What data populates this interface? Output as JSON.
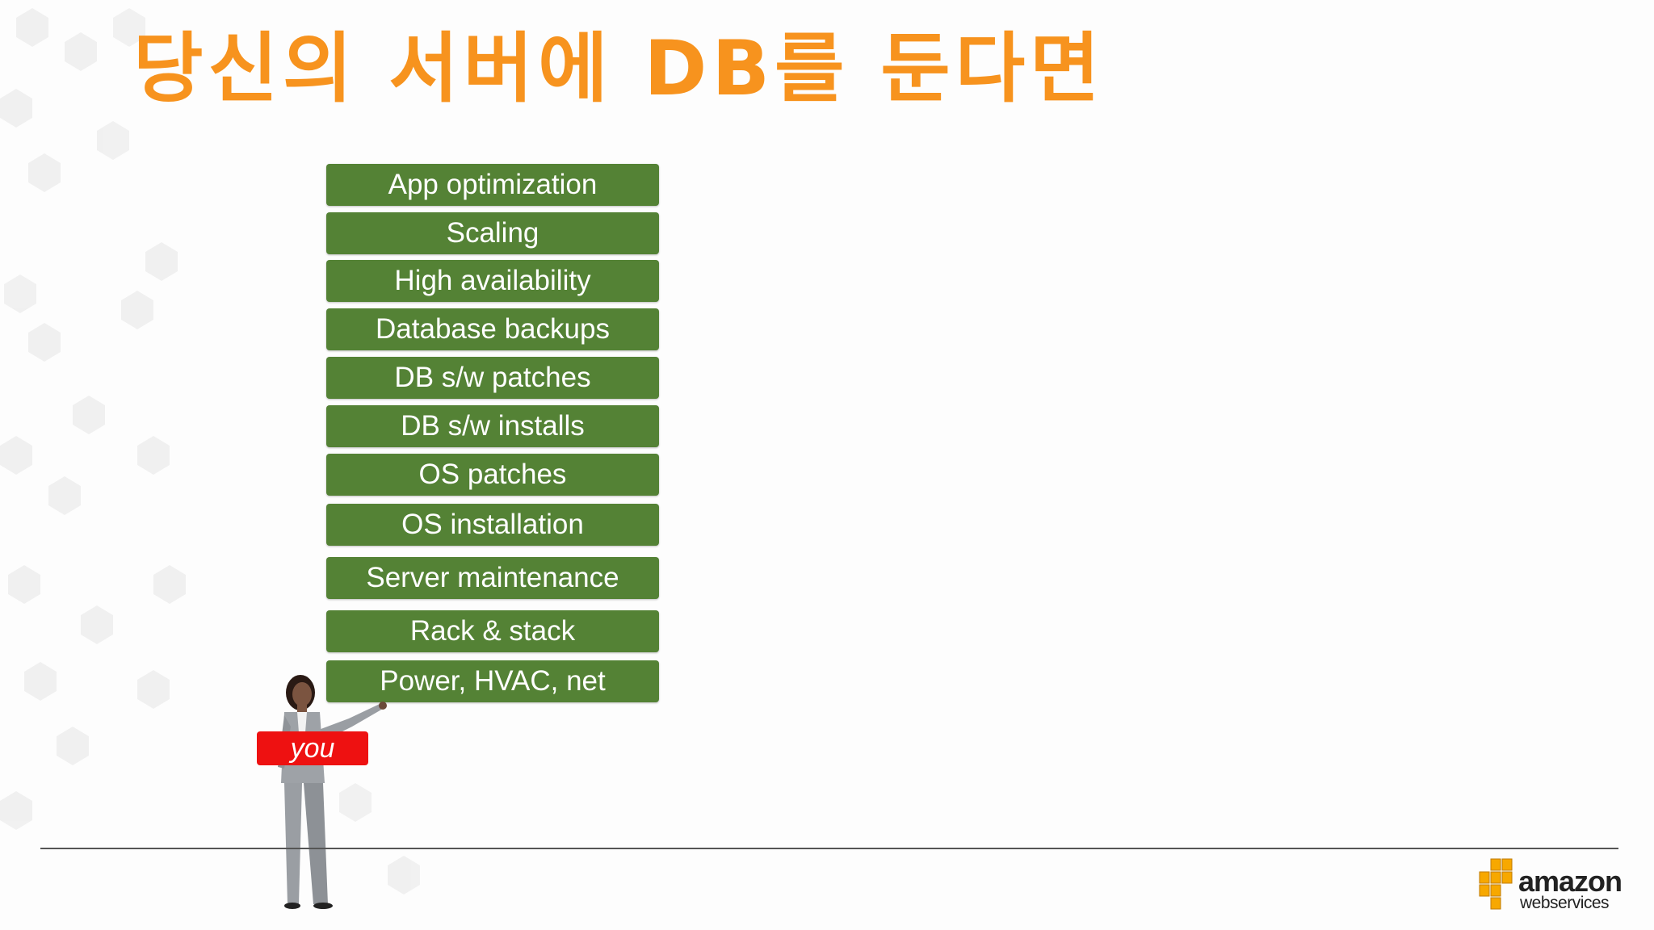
{
  "slide": {
    "title": "당신의 서버에 DB를 둔다면"
  },
  "stack": {
    "items": [
      {
        "label": "App optimization"
      },
      {
        "label": "Scaling"
      },
      {
        "label": "High availability"
      },
      {
        "label": "Database backups"
      },
      {
        "label": "DB s/w patches"
      },
      {
        "label": "DB s/w installs"
      },
      {
        "label": "OS patches"
      },
      {
        "label": "OS installation"
      },
      {
        "label": "Server maintenance"
      },
      {
        "label": "Rack & stack"
      },
      {
        "label": "Power, HVAC, net"
      }
    ],
    "box_color": "#548235"
  },
  "person": {
    "badge_label": "you",
    "badge_color": "#ee1111"
  },
  "logo": {
    "word": "amazon",
    "sub": "webservices",
    "cube_color": "#f7a800"
  },
  "colors": {
    "title": "#f7931e",
    "footer_line": "#555555"
  }
}
